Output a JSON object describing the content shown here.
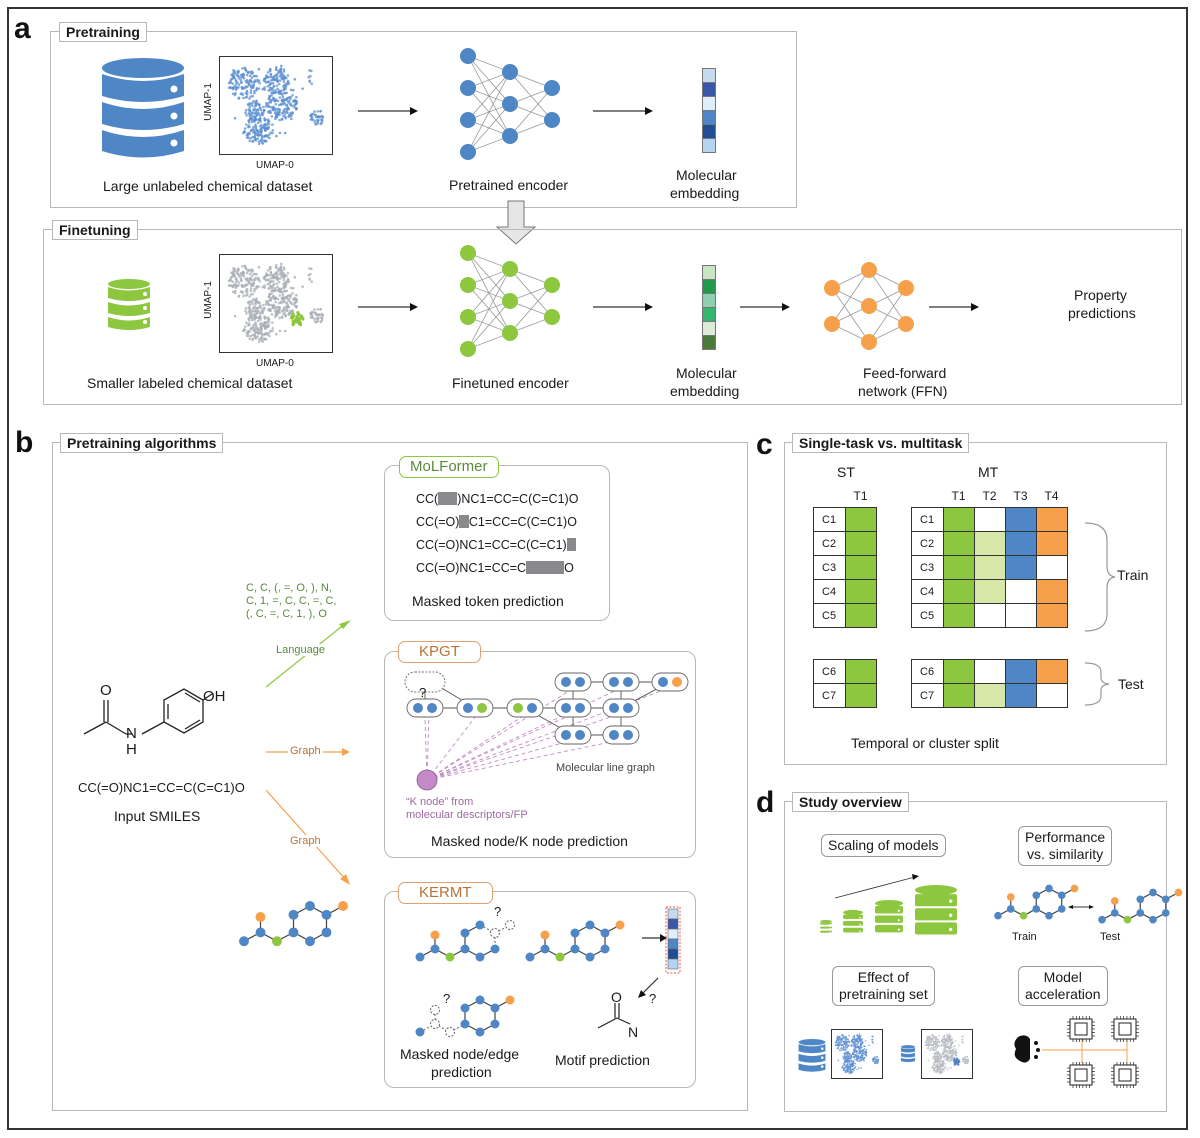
{
  "colors": {
    "blue": "#4f86c6",
    "green": "#8dc63f",
    "light_green": "#d6e7a8",
    "orange": "#f7a04b",
    "purple": "#c48ac7",
    "mask_gray": "#8a8a8e",
    "molformer_tag": "#5a8a3a",
    "kpgt_tag": "#b8733a"
  },
  "panel_a": {
    "letter": "a",
    "pretraining": {
      "title": "Pretraining",
      "dataset_label": "Large unlabeled chemical dataset",
      "umap_x_label": "UMAP-0",
      "umap_y_label": "UMAP-1",
      "encoder_label": "Pretrained encoder",
      "embedding_label_line1": "Molecular",
      "embedding_label_line2": "embedding",
      "embedding_colors": [
        "#c5d9ef",
        "#3a56a8",
        "#dfeefb",
        "#4f86c6",
        "#1f4e96",
        "#b5d4ef"
      ]
    },
    "finetuning": {
      "title": "Finetuning",
      "dataset_label": "Smaller labeled chemical dataset",
      "umap_x_label": "UMAP-0",
      "umap_y_label": "UMAP-1",
      "encoder_label": "Finetuned encoder",
      "embedding_label_line1": "Molecular",
      "embedding_label_line2": "embedding",
      "embedding_colors": [
        "#c9e4c5",
        "#1f9a4c",
        "#8dcfb0",
        "#35b56e",
        "#dcebd8",
        "#4a7a3a"
      ],
      "ffn_label_line1": "Feed-forward",
      "ffn_label_line2": "network (FFN)",
      "output_line1": "Property",
      "output_line2": "predictions"
    }
  },
  "panel_b": {
    "letter": "b",
    "title": "Pretraining algorithms",
    "input_smiles": "CC(=O)NC1=CC=C(C=C1)O",
    "input_label": "Input SMILES",
    "oh_label": "OH",
    "o_label": "O",
    "n_label": "N",
    "h_label": "H",
    "tokens_line1": "C, C, (, =, O, ), N,",
    "tokens_line2": "C, 1, =, C, C, =, C,",
    "tokens_line3": "(, C, =, C, 1, ), O",
    "edge_language": "Language",
    "edge_graph_1": "Graph",
    "edge_graph_2": "Graph",
    "molformer": {
      "tag": "MoLFormer",
      "lines": [
        {
          "pre": "CC(",
          "mask": 2,
          "post": ")NC1=CC=C(C=C1)O"
        },
        {
          "pre": "CC(=O)",
          "mask": 1,
          "post": "C1=CC=C(C=C1)O"
        },
        {
          "pre": "CC(=O)NC1=CC=C(C=C1)",
          "mask": 1,
          "post": ""
        },
        {
          "pre": "CC(=O)NC1=CC=C",
          "mask": 4,
          "post": "O"
        }
      ],
      "caption": "Masked token prediction"
    },
    "kpgt": {
      "tag": "KPGT",
      "question": "?",
      "line_graph_label": "Molecular line graph",
      "k_node_line1": "“K node” from",
      "k_node_line2": "molecular descriptors/FP",
      "caption": "Masked node/K node prediction"
    },
    "kermt": {
      "tag": "KERMT",
      "question": "?",
      "caption_left_line1": "Masked node/edge",
      "caption_left_line2": "prediction",
      "caption_right": "Motif prediction",
      "motif_o": "O",
      "motif_n": "N"
    }
  },
  "panel_c": {
    "letter": "c",
    "title": "Single-task vs. multitask",
    "st_label": "ST",
    "mt_label": "MT",
    "st_tasks": [
      "T1"
    ],
    "mt_tasks": [
      "T1",
      "T2",
      "T3",
      "T4"
    ],
    "train_rows": [
      {
        "compound": "C1",
        "st": [
          1
        ],
        "mt": [
          1,
          0,
          3,
          4
        ]
      },
      {
        "compound": "C2",
        "st": [
          1
        ],
        "mt": [
          1,
          2,
          3,
          4
        ]
      },
      {
        "compound": "C3",
        "st": [
          1
        ],
        "mt": [
          1,
          2,
          3,
          0
        ]
      },
      {
        "compound": "C4",
        "st": [
          1
        ],
        "mt": [
          1,
          2,
          0,
          4
        ]
      },
      {
        "compound": "C5",
        "st": [
          1
        ],
        "mt": [
          1,
          0,
          0,
          4
        ]
      }
    ],
    "test_rows": [
      {
        "compound": "C6",
        "st": [
          1
        ],
        "mt": [
          1,
          0,
          3,
          4
        ]
      },
      {
        "compound": "C7",
        "st": [
          1
        ],
        "mt": [
          1,
          2,
          3,
          0
        ]
      }
    ],
    "cell_colors": [
      "#ffffff",
      "#8dc63f",
      "#d6e7a8",
      "#4f86c6",
      "#f7a04b"
    ],
    "train_label": "Train",
    "test_label": "Test",
    "split_label": "Temporal or cluster split"
  },
  "panel_d": {
    "letter": "d",
    "title": "Study overview",
    "scaling_label": "Scaling of models",
    "similarity_line1": "Performance",
    "similarity_line2": "vs. similarity",
    "train_label": "Train",
    "test_label": "Test",
    "pretrain_set_line1": "Effect of",
    "pretrain_set_line2": "pretraining set",
    "accel_line1": "Model",
    "accel_line2": "acceleration"
  }
}
